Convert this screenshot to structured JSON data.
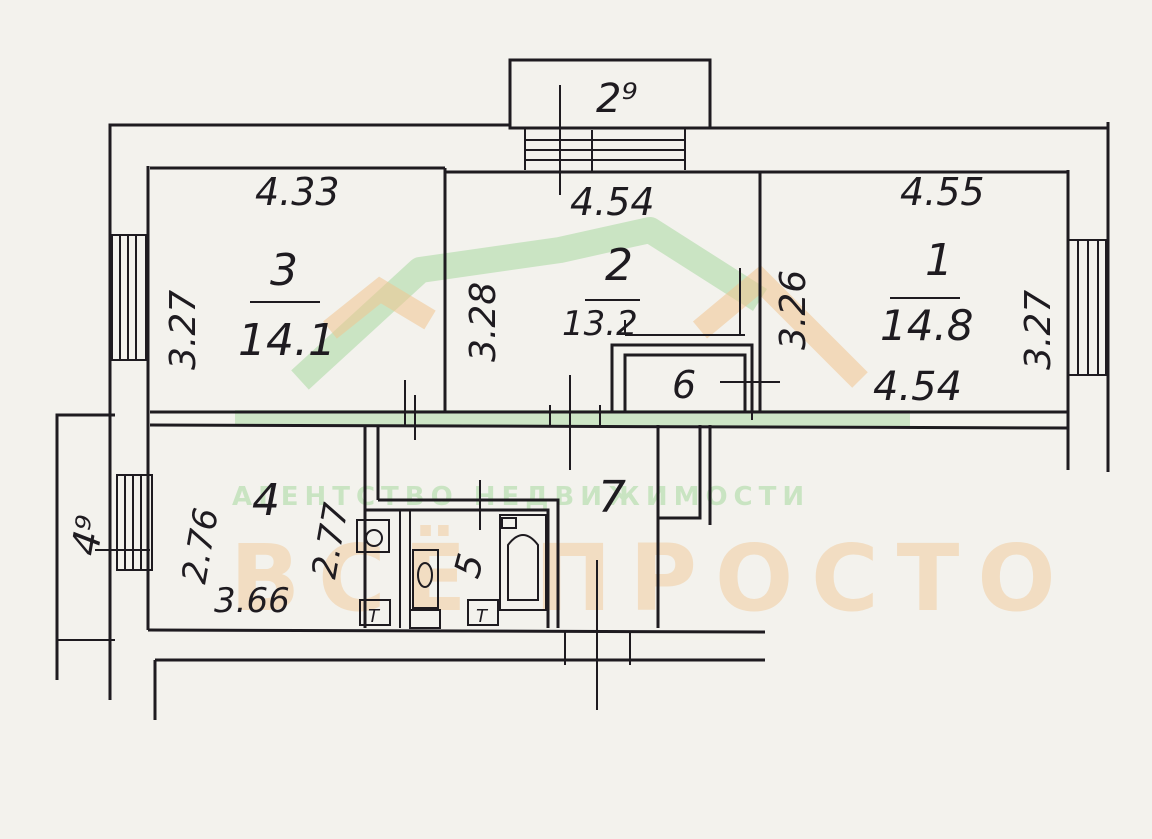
{
  "colors": {
    "ink": "#1e1b20",
    "paper": "#f3f2ed",
    "watermark_green": "#a8d9a0",
    "watermark_orange": "#f1c590"
  },
  "watermark": {
    "tagline": "АГЕНТСТВО НЕДВИЖИМОСТИ",
    "brand": "ВСЁ ПРОСТО"
  },
  "rooms": {
    "r1": {
      "number": "1",
      "area": "14.8",
      "top_dim": "4.55",
      "bottom_dim": "4.54",
      "left_dim": "3.26",
      "right_dim": "3.27"
    },
    "r2": {
      "number": "2",
      "area": "13.2",
      "top_dim": "4.54",
      "left_dim": "3.28"
    },
    "r3": {
      "number": "3",
      "area": "14.1",
      "top_dim": "4.33",
      "left_dim": "3.27"
    },
    "r4": {
      "number": "4",
      "bottom_dim": "3.66",
      "left_dim": "2.76",
      "right_dim": "2.77"
    },
    "r5": {
      "number": "5"
    },
    "r6": {
      "number": "6"
    },
    "r7": {
      "number": "7"
    }
  },
  "balconies": {
    "top": {
      "label": "2⁹"
    },
    "left": {
      "label": "4⁹"
    }
  },
  "fixtures": {
    "toilet_label": "Т",
    "sink_label": "Т"
  }
}
